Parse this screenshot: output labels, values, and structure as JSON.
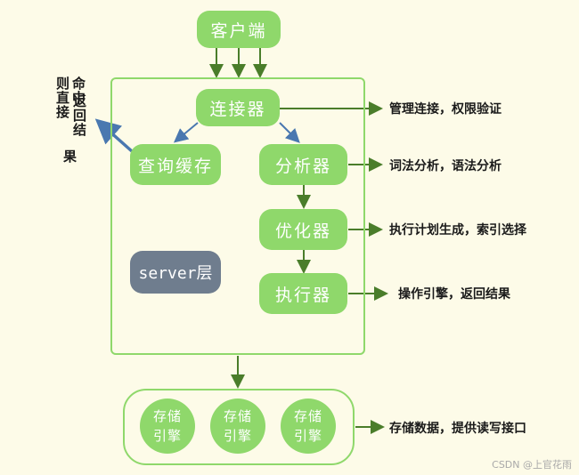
{
  "client": {
    "label": "客户端"
  },
  "server": {
    "label": "server层",
    "connector": "连接器",
    "cache": "查询缓存",
    "analyzer": "分析器",
    "optimizer": "优化器",
    "executor": "执行器"
  },
  "engines": [
    "存储\n引擎",
    "存储\n引擎",
    "存储\n引擎"
  ],
  "notes": {
    "connector": "管理连接，权限验证",
    "analyzer": "词法分析，语法分析",
    "optimizer": "执行计划生成，索引选择",
    "executor": "操作引擎，返回结果",
    "engine": "存储数据，提供读写接口"
  },
  "cache_hit": {
    "col1": "命中",
    "col2": "则直接",
    "col3": "返回结",
    "col4": "果"
  },
  "watermark": "CSDN @上官花雨",
  "colors": {
    "box": "#8fd86b",
    "server_box": "#6f7d8e",
    "line": "#4a7d2a",
    "cache_arrow": "#4a78b0",
    "background": "#fdfbe8"
  }
}
